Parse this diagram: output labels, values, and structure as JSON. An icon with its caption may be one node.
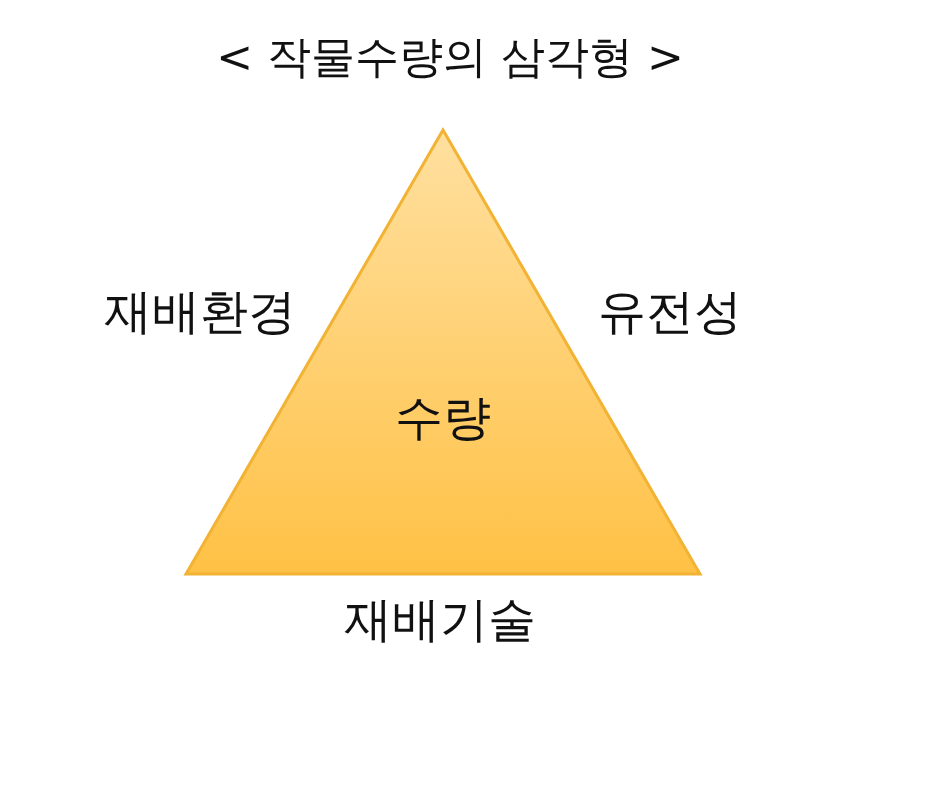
{
  "diagram": {
    "title": "< 작물수량의 삼각형 >",
    "nodes": [
      {
        "text": [
          "수량"
        ],
        "beside": [
          "재배환경",
          "유전성",
          "재배기술"
        ]
      }
    ]
  }
}
